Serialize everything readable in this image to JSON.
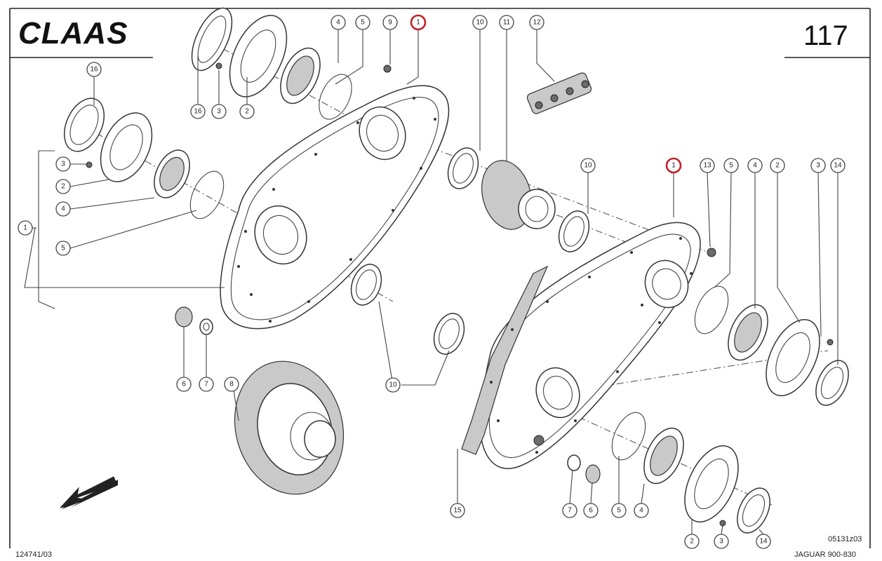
{
  "header": {
    "brand": "CLAAS",
    "page_number": "117"
  },
  "footer": {
    "left_code": "124741/03",
    "right_code": "05131z03",
    "model": "JAGUAR 900-830"
  },
  "callouts": [
    {
      "id": "c16a",
      "label": "16",
      "highlight": false
    },
    {
      "id": "c3a",
      "label": "3",
      "highlight": false
    },
    {
      "id": "c2a",
      "label": "2",
      "highlight": false
    },
    {
      "id": "c4a",
      "label": "4",
      "highlight": false
    },
    {
      "id": "c5a",
      "label": "5",
      "highlight": false
    },
    {
      "id": "c9",
      "label": "9",
      "highlight": false
    },
    {
      "id": "c1a",
      "label": "1",
      "highlight": true
    },
    {
      "id": "c10a",
      "label": "10",
      "highlight": false
    },
    {
      "id": "c11",
      "label": "11",
      "highlight": false
    },
    {
      "id": "c12",
      "label": "12",
      "highlight": false
    },
    {
      "id": "c16b",
      "label": "16",
      "highlight": false
    },
    {
      "id": "c3b",
      "label": "3",
      "highlight": false
    },
    {
      "id": "c2b",
      "label": "2",
      "highlight": false
    },
    {
      "id": "c4b",
      "label": "4",
      "highlight": false
    },
    {
      "id": "c1b",
      "label": "1",
      "highlight": false
    },
    {
      "id": "c5b",
      "label": "5",
      "highlight": false
    },
    {
      "id": "c10b",
      "label": "10",
      "highlight": false
    },
    {
      "id": "c1c",
      "label": "1",
      "highlight": true
    },
    {
      "id": "c13",
      "label": "13",
      "highlight": false
    },
    {
      "id": "c5c",
      "label": "5",
      "highlight": false
    },
    {
      "id": "c4c",
      "label": "4",
      "highlight": false
    },
    {
      "id": "c2c",
      "label": "2",
      "highlight": false
    },
    {
      "id": "c3c",
      "label": "3",
      "highlight": false
    },
    {
      "id": "c14a",
      "label": "14",
      "highlight": false
    },
    {
      "id": "c6a",
      "label": "6",
      "highlight": false
    },
    {
      "id": "c7a",
      "label": "7",
      "highlight": false
    },
    {
      "id": "c8",
      "label": "8",
      "highlight": false
    },
    {
      "id": "c10c",
      "label": "10",
      "highlight": false
    },
    {
      "id": "c15",
      "label": "15",
      "highlight": false
    },
    {
      "id": "c7b",
      "label": "7",
      "highlight": false
    },
    {
      "id": "c6b",
      "label": "6",
      "highlight": false
    },
    {
      "id": "c5d",
      "label": "5",
      "highlight": false
    },
    {
      "id": "c4d",
      "label": "4",
      "highlight": false
    },
    {
      "id": "c2d",
      "label": "2",
      "highlight": false
    },
    {
      "id": "c3d",
      "label": "3",
      "highlight": false
    },
    {
      "id": "c14b",
      "label": "14",
      "highlight": false
    }
  ]
}
